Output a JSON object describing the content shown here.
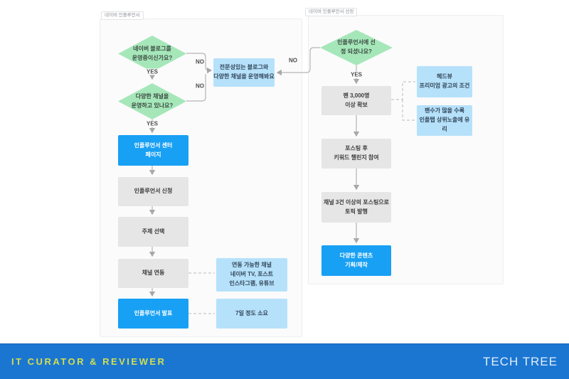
{
  "labels": {
    "yes": "YES",
    "no": "NO"
  },
  "left_panel": {
    "label": "네이버 인플루언서",
    "d1l1": "네이버 블로그를",
    "d1l2": "운영중이신가요?",
    "d2l1": "다양한 채널을",
    "d2l2": "운영하고 있나요?",
    "b1l1": "인플루언서 센터",
    "b1l2": "페이지",
    "g1": "인플루언서 신청",
    "g2": "주제 선택",
    "g3": "채널 연동",
    "b2": "인플루언서 발표",
    "midl1": "전문성있는 블로그와",
    "midl2": "다양한 채널을 운영해봐요",
    "n1l1": "연동 가능한 채널",
    "n1l2": "네이버 TV, 포스트",
    "n1l3": "인스타그램, 유튜브",
    "n2": "7일 정도 소요"
  },
  "right_panel": {
    "label": "네이버 인플루언서 선정",
    "dl1": "인플루언서에 선",
    "dl2": "정 되셨나요?",
    "g1l1": "팬 3,000명",
    "g1l2": "이상 확보",
    "n1l1": "헤드뷰",
    "n1l2": "프리미엄 광고의 조건",
    "n2l1": "팬수가 많을 수록",
    "n2l2": "인플탭 상위노출에 유리",
    "g2l1": "포스팅 후",
    "g2l2": "키워드 챌린지 참여",
    "g3l1": "채널 3건 이상의 포스팅으로",
    "g3l2": "토픽 발행",
    "bl1": "다양한 콘텐츠",
    "bl2": "기획/제작"
  },
  "footer": {
    "left": "IT CURATOR & REVIEWER",
    "right": "TECH TREE"
  },
  "colors": {
    "accent_blue": "#18a0f4",
    "light_blue": "#b6e1fb",
    "green": "#a6e7ba",
    "gray_box": "#e6e6e6",
    "footer_blue": "#1b76d2",
    "footer_yellow": "#d2de4e",
    "wire_gray": "#b5b5b5"
  }
}
